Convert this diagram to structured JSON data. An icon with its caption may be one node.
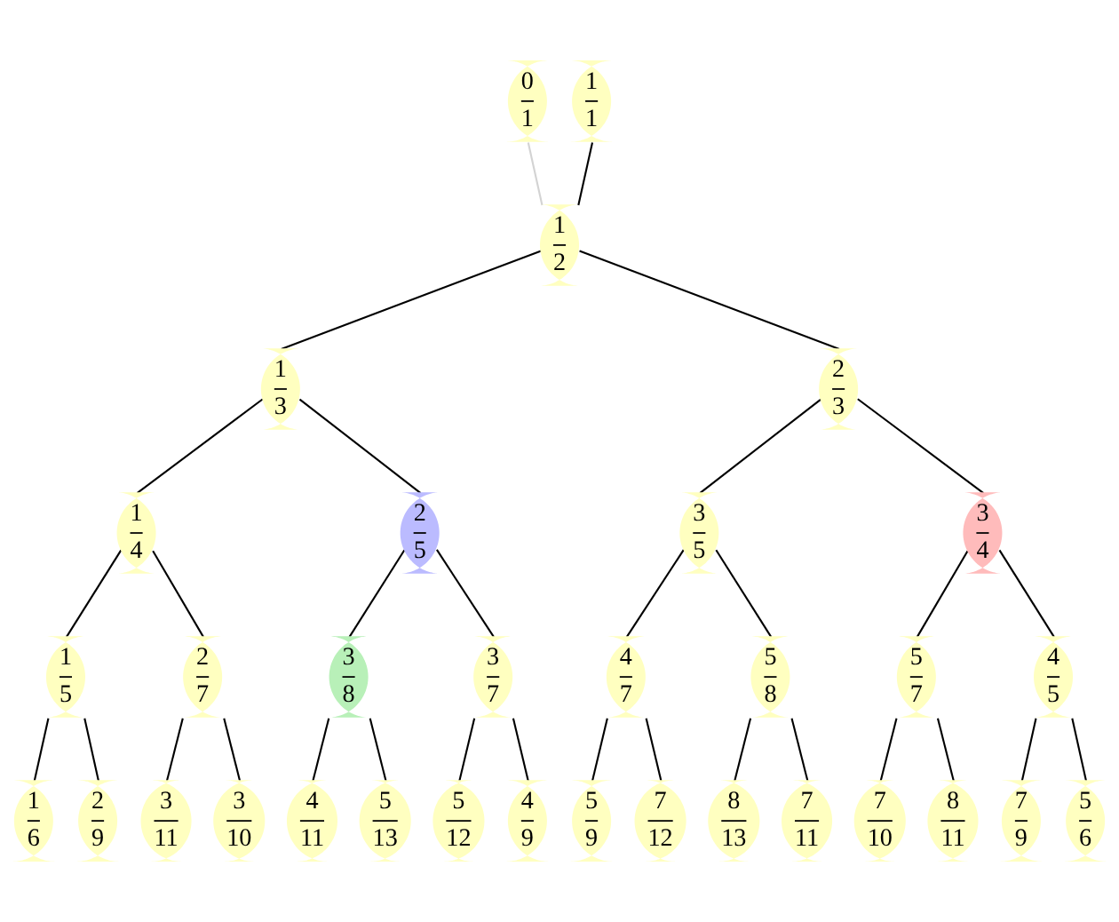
{
  "diagram": {
    "nodes": [
      {
        "text": [
          "0",
          "1"
        ]
      },
      {
        "text": [
          "1",
          "1"
        ]
      },
      {
        "text": [
          "1",
          "2"
        ]
      },
      {
        "text": [
          "1",
          "3"
        ]
      },
      {
        "text": [
          "2",
          "3"
        ]
      },
      {
        "text": [
          "1",
          "4"
        ]
      },
      {
        "text": [
          "2",
          "5"
        ]
      },
      {
        "text": [
          "3",
          "5"
        ]
      },
      {
        "text": [
          "3",
          "4"
        ]
      },
      {
        "text": [
          "1",
          "5"
        ]
      },
      {
        "text": [
          "2",
          "7"
        ]
      },
      {
        "text": [
          "3",
          "8"
        ]
      },
      {
        "text": [
          "3",
          "7"
        ]
      },
      {
        "text": [
          "4",
          "7"
        ]
      },
      {
        "text": [
          "5",
          "8"
        ]
      },
      {
        "text": [
          "5",
          "7"
        ]
      },
      {
        "text": [
          "4",
          "5"
        ]
      },
      {
        "text": [
          "1",
          "6"
        ]
      },
      {
        "text": [
          "2",
          "9"
        ]
      },
      {
        "text": [
          "3",
          "11"
        ]
      },
      {
        "text": [
          "3",
          "10"
        ]
      },
      {
        "text": [
          "4",
          "11"
        ]
      },
      {
        "text": [
          "5",
          "13"
        ]
      },
      {
        "text": [
          "5",
          "12"
        ]
      },
      {
        "text": [
          "4",
          "9"
        ]
      },
      {
        "text": [
          "5",
          "9"
        ]
      },
      {
        "text": [
          "7",
          "12"
        ]
      },
      {
        "text": [
          "8",
          "13"
        ]
      },
      {
        "text": [
          "7",
          "11"
        ]
      },
      {
        "text": [
          "7",
          "10"
        ]
      },
      {
        "text": [
          "8",
          "11"
        ]
      },
      {
        "text": [
          "7",
          "9"
        ]
      },
      {
        "text": [
          "5",
          "6"
        ]
      }
    ],
    "edges": [
      {
        "from": 0,
        "to": 2,
        "arrow": "none",
        "color": "#d3d3d3"
      },
      {
        "from": 1,
        "to": 2,
        "arrow": "none"
      },
      {
        "from": 2,
        "to": 3,
        "arrow": "none"
      },
      {
        "from": 2,
        "to": 4,
        "arrow": "none"
      },
      {
        "from": 3,
        "to": 5,
        "arrow": "none"
      },
      {
        "from": 3,
        "to": 6,
        "arrow": "none"
      },
      {
        "from": 4,
        "to": 7,
        "arrow": "none"
      },
      {
        "from": 4,
        "to": 8,
        "arrow": "none"
      },
      {
        "from": 5,
        "to": 9,
        "arrow": "none"
      },
      {
        "from": 5,
        "to": 10,
        "arrow": "none"
      },
      {
        "from": 6,
        "to": 11,
        "arrow": "none"
      },
      {
        "from": 6,
        "to": 12,
        "arrow": "none"
      },
      {
        "from": 7,
        "to": 13,
        "arrow": "none"
      },
      {
        "from": 7,
        "to": 14,
        "arrow": "none"
      },
      {
        "from": 8,
        "to": 15,
        "arrow": "none"
      },
      {
        "from": 8,
        "to": 16,
        "arrow": "none"
      },
      {
        "from": 9,
        "to": 17,
        "arrow": "none"
      },
      {
        "from": 9,
        "to": 18,
        "arrow": "none"
      },
      {
        "from": 10,
        "to": 19,
        "arrow": "none"
      },
      {
        "from": 10,
        "to": 20,
        "arrow": "none"
      },
      {
        "from": 11,
        "to": 21,
        "arrow": "none"
      },
      {
        "from": 11,
        "to": 22,
        "arrow": "none"
      },
      {
        "from": 12,
        "to": 23,
        "arrow": "none"
      },
      {
        "from": 12,
        "to": 24,
        "arrow": "none"
      },
      {
        "from": 13,
        "to": 25,
        "arrow": "none"
      },
      {
        "from": 13,
        "to": 26,
        "arrow": "none"
      },
      {
        "from": 14,
        "to": 27,
        "arrow": "none"
      },
      {
        "from": 14,
        "to": 28,
        "arrow": "none"
      },
      {
        "from": 15,
        "to": 29,
        "arrow": "none"
      },
      {
        "from": 15,
        "to": 30,
        "arrow": "none"
      },
      {
        "from": 16,
        "to": 31,
        "arrow": "none"
      },
      {
        "from": 16,
        "to": 32,
        "arrow": "none"
      }
    ]
  }
}
